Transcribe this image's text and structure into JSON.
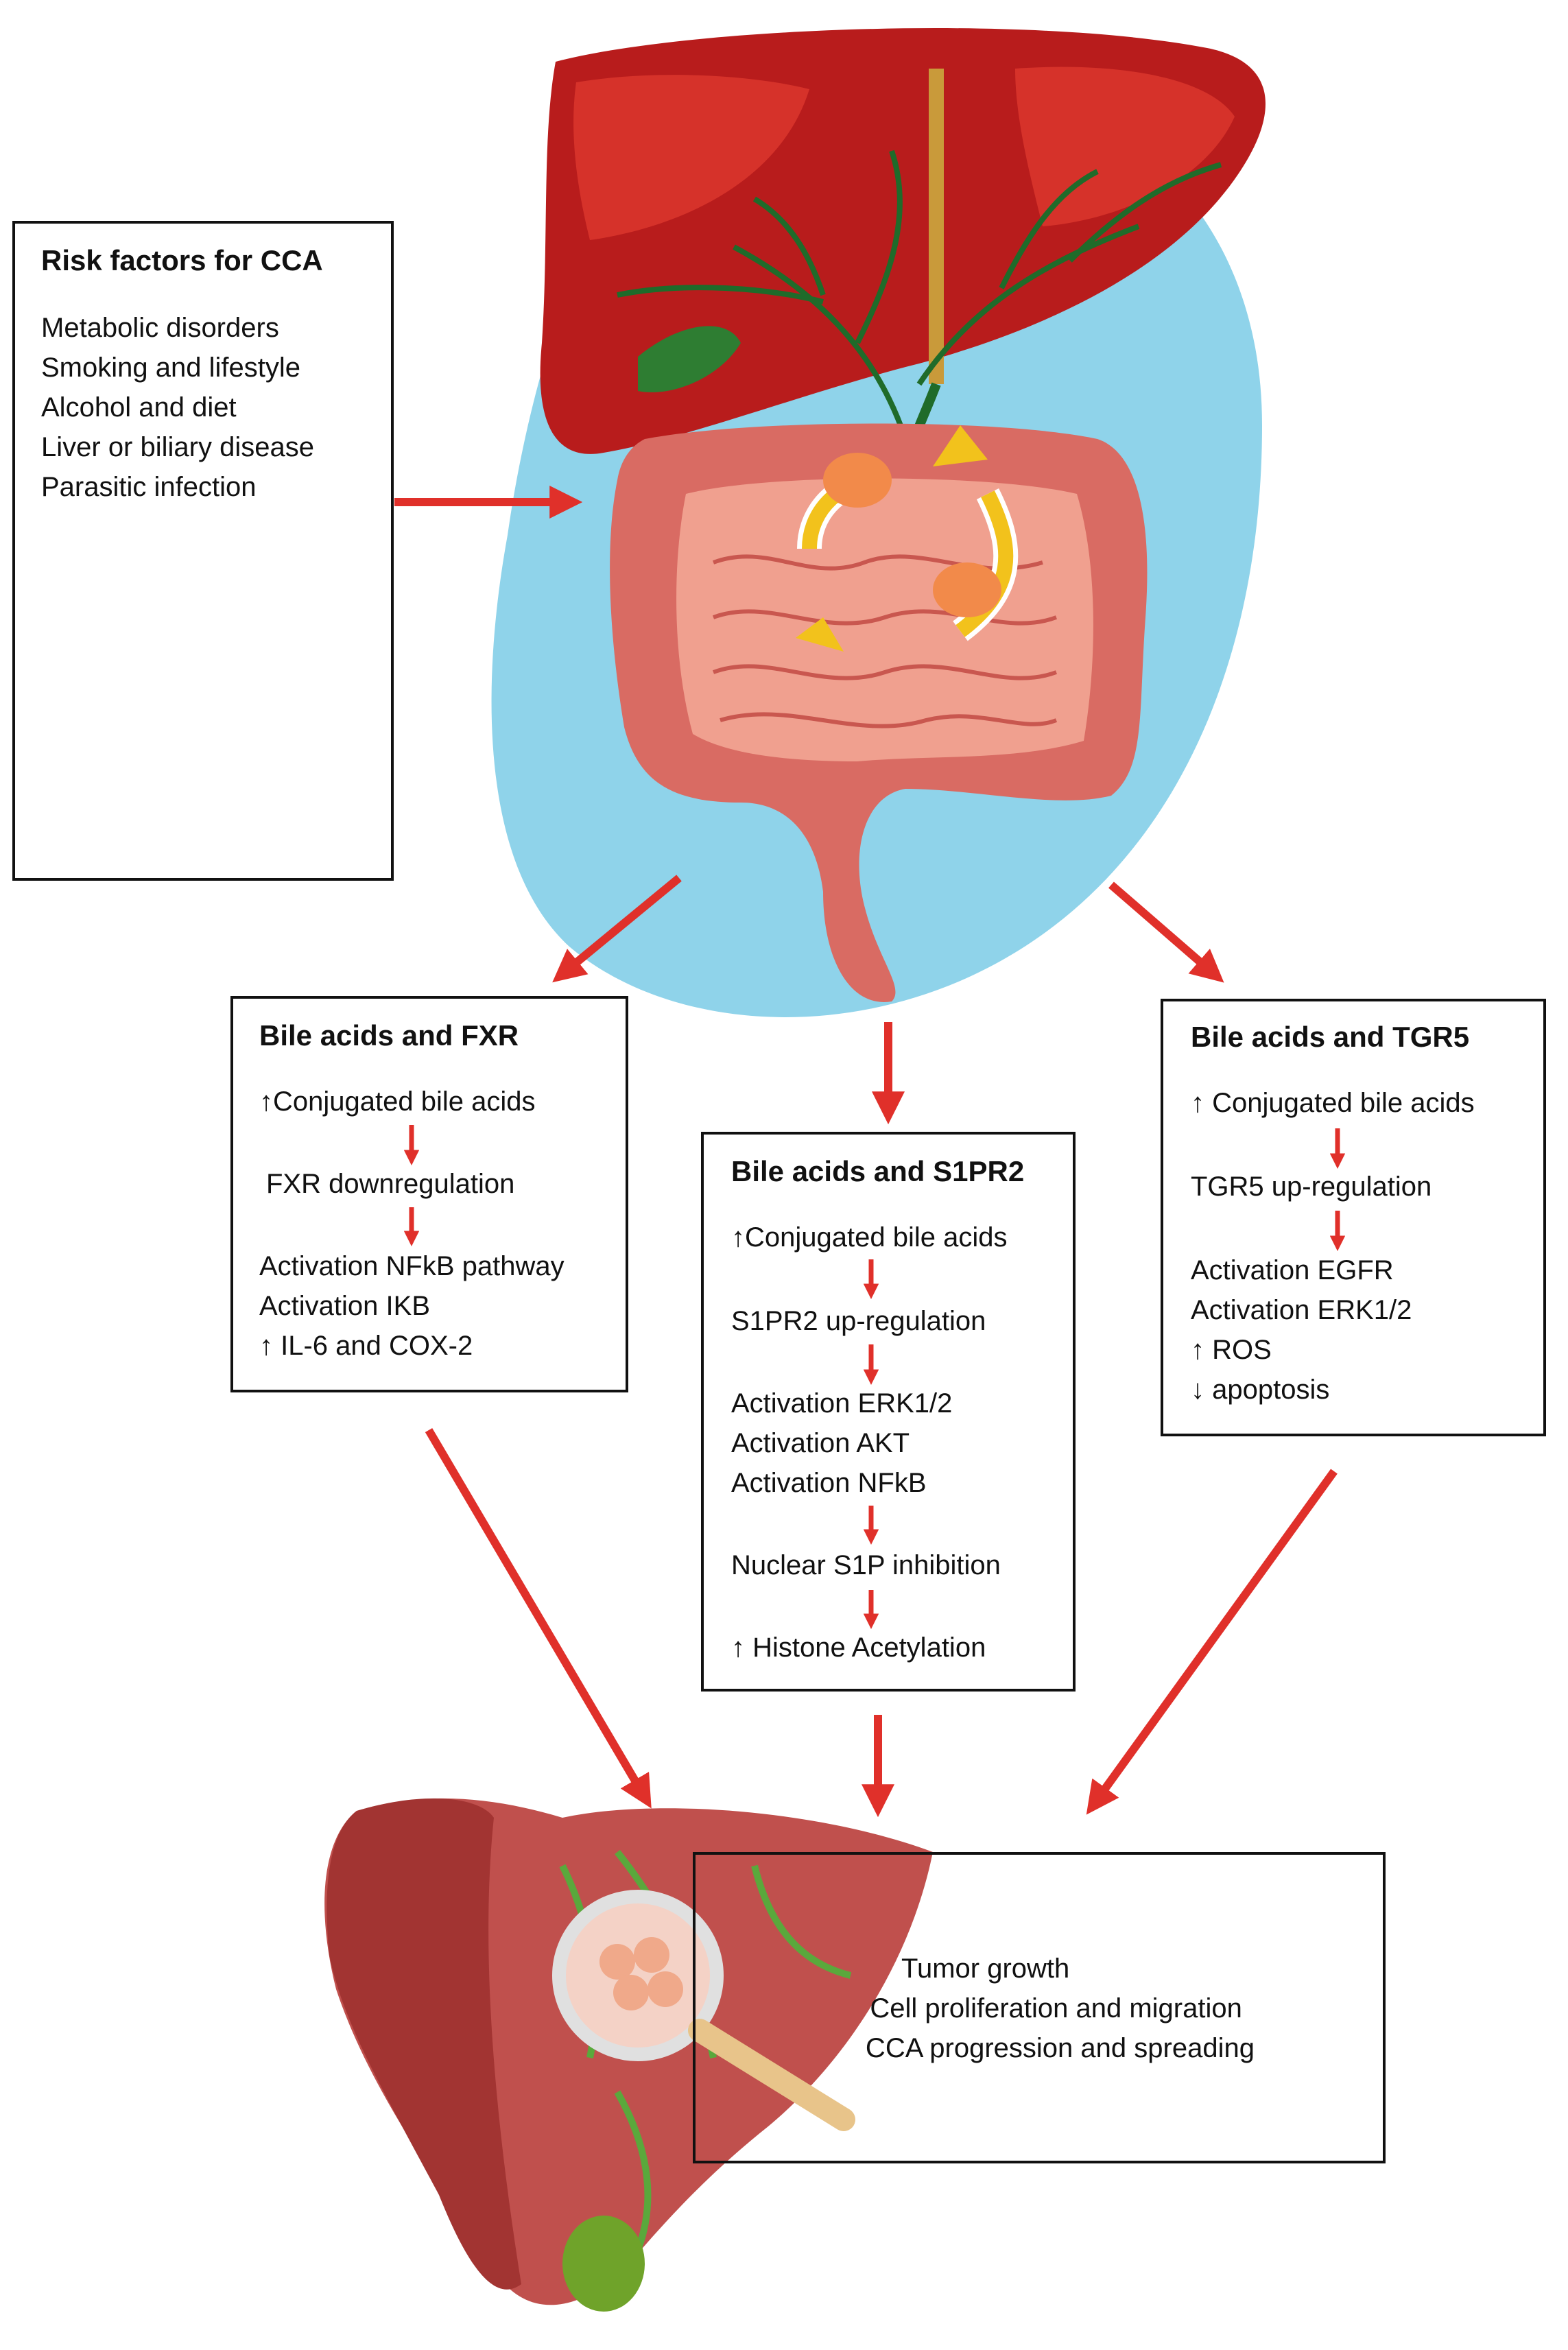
{
  "risk_box": {
    "title": "Risk factors for CCA",
    "items": [
      "Metabolic disorders",
      "Smoking and lifestyle",
      "Alcohol and diet",
      "Liver or biliary disease",
      "Parasitic infection"
    ]
  },
  "fxr_box": {
    "title": "Bile acids and FXR",
    "line1": "↑Conjugated bile acids",
    "line2": "FXR downregulation",
    "line3": "Activation NFkB pathway",
    "line4": "Activation IKB",
    "line5": "↑ IL-6 and COX-2"
  },
  "s1pr2_box": {
    "title": "Bile acids and S1PR2",
    "line1": "↑Conjugated bile acids",
    "line2": "S1PR2 up-regulation",
    "line3": "Activation ERK1/2",
    "line4": "Activation AKT",
    "line5": "Activation NFkB",
    "line6": "Nuclear S1P inhibition",
    "line7": "↑ Histone Acetylation"
  },
  "tgr5_box": {
    "title": "Bile acids and TGR5",
    "line1": "↑ Conjugated bile acids",
    "line2": "TGR5 up-regulation",
    "line3": "Activation EGFR",
    "line4": "Activation ERK1/2",
    "line5": "↑ ROS",
    "line6": "↓ apoptosis"
  },
  "outcome_box": {
    "items": [
      "Tumor growth",
      "Cell proliferation and migration",
      "CCA progression and spreading"
    ]
  },
  "colors": {
    "arrow": "#e0302a",
    "liver": "#b81c1c",
    "bile_duct": "#1f6b2a",
    "background_blob": "#8fd3ea",
    "intestine": "#e58a7e"
  }
}
